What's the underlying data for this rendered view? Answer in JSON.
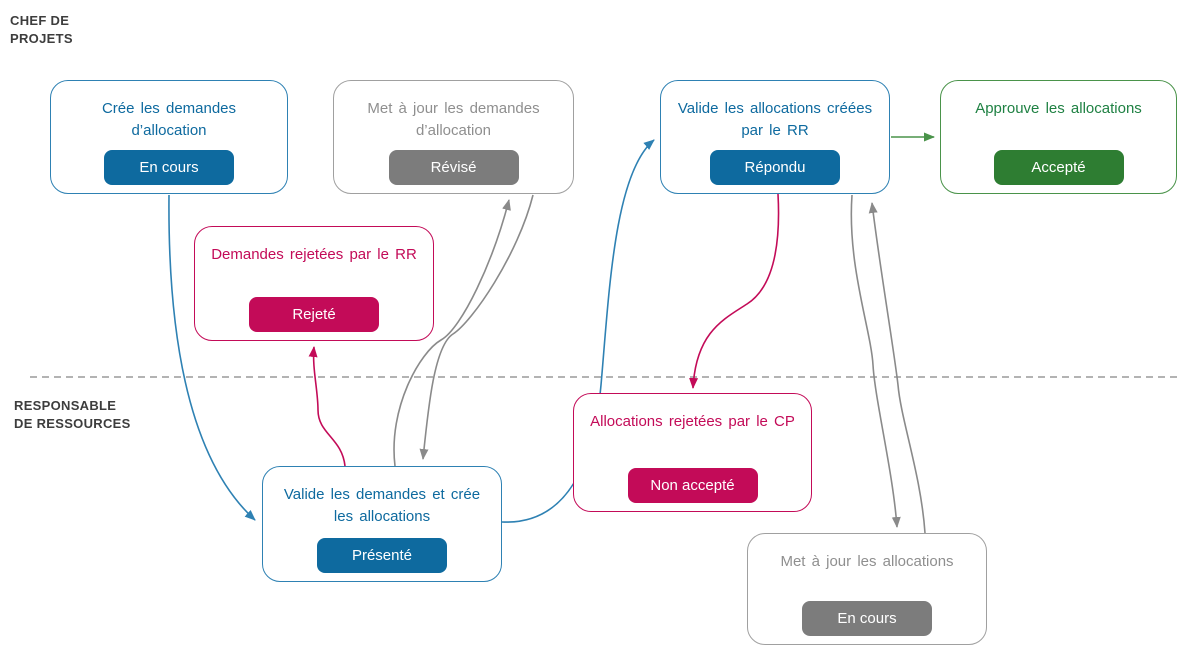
{
  "colors": {
    "blue": "#0E6A9F",
    "blue_border": "#2E81B3",
    "gray": "#7C7C7C",
    "gray_border": "#A0A0A0",
    "gray_text": "#8F8F8F",
    "green": "#2E7D32",
    "green_border": "#4A934A",
    "green_text": "#1F8143",
    "crimson": "#C30B58",
    "lane_label": "#3D3D3D",
    "divider": "#9A9A9A",
    "arrow_gray": "#8A8A8A"
  },
  "lanes": [
    {
      "id": "chef-de-projets",
      "label": "CHEF DE\nPROJETS"
    },
    {
      "id": "responsable-de-ressources",
      "label": "RESPONSABLE\nDE RESSOURCES"
    }
  ],
  "nodes": [
    {
      "id": "create-requests",
      "lane": "chef-de-projets",
      "title": "Crée les demandes d’allocation",
      "badge": "En cours",
      "color": "blue"
    },
    {
      "id": "update-requests",
      "lane": "chef-de-projets",
      "title": "Met à jour les demandes d’allocation",
      "badge": "Révisé",
      "color": "gray"
    },
    {
      "id": "validate-allocations",
      "lane": "chef-de-projets",
      "title": "Valide les allocations créées par le RR",
      "badge": "Répondu",
      "color": "blue"
    },
    {
      "id": "approve-allocations",
      "lane": "chef-de-projets",
      "title": "Approuve les allocations",
      "badge": "Accepté",
      "color": "green"
    },
    {
      "id": "requests-rejected",
      "lane": "chef-de-projets",
      "title": "Demandes rejetées par le RR",
      "badge": "Rejeté",
      "color": "crimson"
    },
    {
      "id": "validate-requests",
      "lane": "responsable-de-ressources",
      "title": "Valide les demandes et crée les allocations",
      "badge": "Présenté",
      "color": "blue"
    },
    {
      "id": "allocations-rejected",
      "lane": "responsable-de-ressources",
      "title": "Allocations rejetées par le CP",
      "badge": "Non accepté",
      "color": "crimson"
    },
    {
      "id": "update-allocations",
      "lane": "responsable-de-ressources",
      "title": "Met à jour les allocations",
      "badge": "En cours",
      "color": "gray"
    }
  ],
  "edges": [
    {
      "id": "create-requests-to-validate-requests",
      "from": "create-requests",
      "to": "validate-requests",
      "color": "blue"
    },
    {
      "id": "validate-requests-to-requests-rejected",
      "from": "validate-requests",
      "to": "requests-rejected",
      "color": "crimson"
    },
    {
      "id": "validate-requests-to-update-requests",
      "from": "validate-requests",
      "to": "update-requests",
      "color": "gray"
    },
    {
      "id": "update-requests-to-validate-requests",
      "from": "update-requests",
      "to": "validate-requests",
      "color": "gray"
    },
    {
      "id": "validate-requests-to-validate-allocations",
      "from": "validate-requests",
      "to": "validate-allocations",
      "color": "blue"
    },
    {
      "id": "validate-allocations-to-allocations-rejected",
      "from": "validate-allocations",
      "to": "allocations-rejected",
      "color": "crimson"
    },
    {
      "id": "validate-allocations-to-approve-allocations",
      "from": "validate-allocations",
      "to": "approve-allocations",
      "color": "green"
    },
    {
      "id": "validate-allocations-to-update-allocations",
      "from": "validate-allocations",
      "to": "update-allocations",
      "color": "gray"
    },
    {
      "id": "update-allocations-to-validate-allocations",
      "from": "update-allocations",
      "to": "validate-allocations",
      "color": "gray"
    }
  ]
}
